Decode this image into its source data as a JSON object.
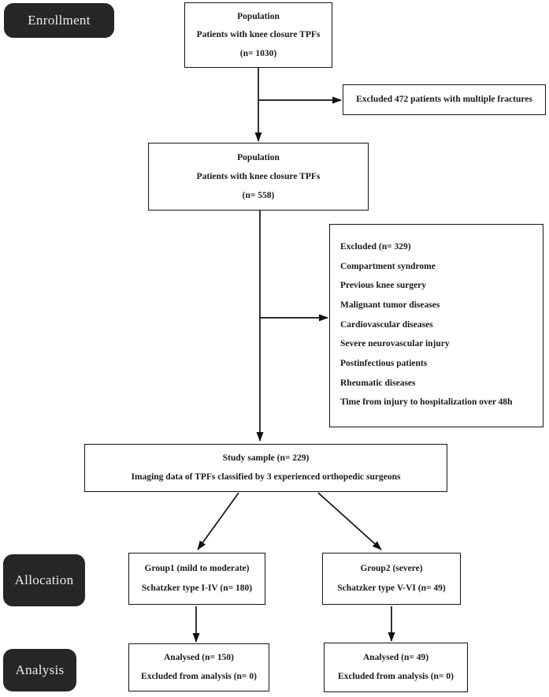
{
  "stage_labels": {
    "enrollment": "Enrollment",
    "allocation": "Allocation",
    "analysis": "Analysis"
  },
  "boxes": {
    "population1": {
      "lines": [
        "Population",
        "Patients with knee closure TPFs",
        "(n= 1030)"
      ]
    },
    "excluded_multiple_fractures": {
      "lines": [
        "Excluded 472 patients with multiple fractures"
      ]
    },
    "population2": {
      "lines": [
        "Population",
        "Patients with knee closure TPFs",
        "(n= 558)"
      ]
    },
    "excluded_reasons": {
      "lines": [
        "Excluded (n= 329)",
        "Compartment syndrome",
        "Previous knee surgery",
        "Malignant tumor diseases",
        "Cardiovascular diseases",
        "Severe neurovascular injury",
        "Postinfectious patients",
        "Rheumatic diseases",
        "Time from injury to hospitalization over 48h"
      ]
    },
    "study_sample": {
      "lines": [
        "Study sample (n= 229)",
        "Imaging data of TPFs classified by 3 experienced orthopedic surgeons"
      ]
    },
    "group1": {
      "lines": [
        "Group1 (mild to moderate)",
        "Schatzker type I-IV (n= 180)"
      ]
    },
    "group2": {
      "lines": [
        "Group2 (severe)",
        "Schatzker type V-VI (n= 49)"
      ]
    },
    "analysed_group1": {
      "lines": [
        "Analysed (n= 150)",
        "Excluded from analysis (n= 0)"
      ]
    },
    "analysed_group2": {
      "lines": [
        "Analysed (n= 49)",
        "Excluded from analysis (n= 0)"
      ]
    }
  },
  "colors": {
    "stage_label_bg": "#262626",
    "stage_label_text": "#ededed",
    "box_border": "#141414",
    "box_text": "#1a1a1a",
    "arrow": "#111111",
    "background": "#ffffff"
  }
}
